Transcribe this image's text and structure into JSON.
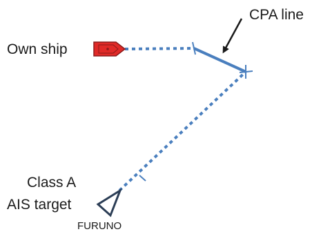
{
  "labels": {
    "own_ship": "Own ship",
    "cpa_line": "CPA line",
    "class_a": "Class A",
    "ais_target": "AIS target",
    "brand": "FURUNO"
  },
  "colors": {
    "line_blue": "#4a7fbe",
    "ship_red": "#e02a28",
    "ship_outline": "#8a1a1a",
    "target_outline": "#2b3d55",
    "text": "#1a1a1a"
  },
  "icons": {
    "own_ship": "ship-icon",
    "ais_target": "triangle-target-icon",
    "callout": "arrow-icon"
  }
}
